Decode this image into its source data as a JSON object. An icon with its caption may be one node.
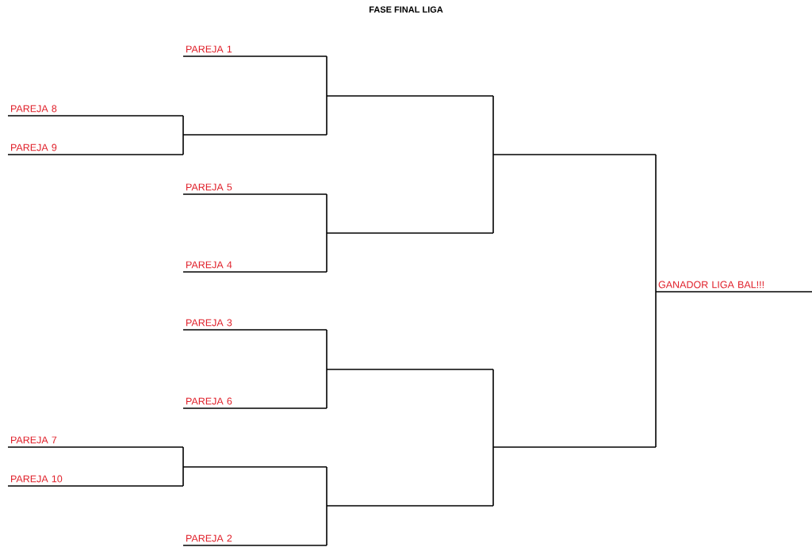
{
  "diagram": {
    "title": "FASE FINAL LIGA",
    "nodes": [
      {
        "text": [
          "PAREJA 1"
        ]
      },
      {
        "text": [],
        "shape": "line"
      },
      {
        "text": [
          "PAREJA 8"
        ]
      },
      {
        "text": [],
        "shape": "line"
      },
      {
        "text": [
          "PAREJA 9"
        ]
      },
      {
        "text": [],
        "shape": "line"
      },
      {
        "text": [
          "PAREJA 5"
        ]
      },
      {
        "text": [],
        "shape": "line"
      },
      {
        "text": [
          "PAREJA 4"
        ]
      },
      {
        "text": [
          "GANADOR LIGA BAL!!!"
        ]
      },
      {
        "text": [
          "PAREJA 3"
        ]
      },
      {
        "text": [],
        "shape": "line"
      },
      {
        "text": [
          "PAREJA 6"
        ]
      },
      {
        "text": [
          "PAREJA 7"
        ]
      },
      {
        "text": [],
        "shape": "line"
      },
      {
        "text": [],
        "shape": "line"
      },
      {
        "text": [
          "PAREJA 10"
        ]
      },
      {
        "text": [],
        "shape": "line"
      },
      {
        "text": [
          "PAREJA 2"
        ]
      }
    ],
    "edges": [
      {
        "from": 2,
        "to": 3,
        "arrow": "none"
      },
      {
        "from": 4,
        "to": 3,
        "arrow": "none"
      },
      {
        "from": 0,
        "to": 1,
        "arrow": "none"
      },
      {
        "from": 3,
        "to": 1,
        "arrow": "none"
      },
      {
        "from": 6,
        "to": 7,
        "arrow": "none"
      },
      {
        "from": 8,
        "to": 7,
        "arrow": "none"
      },
      {
        "from": 1,
        "to": 5,
        "arrow": "none"
      },
      {
        "from": 7,
        "to": 5,
        "arrow": "none"
      },
      {
        "from": 10,
        "to": 11,
        "arrow": "none"
      },
      {
        "from": 12,
        "to": 11,
        "arrow": "none"
      },
      {
        "from": 13,
        "to": 15,
        "arrow": "none"
      },
      {
        "from": 16,
        "to": 15,
        "arrow": "none"
      },
      {
        "from": 15,
        "to": 17,
        "arrow": "none"
      },
      {
        "from": 18,
        "to": 17,
        "arrow": "none"
      },
      {
        "from": 11,
        "to": 14,
        "arrow": "none"
      },
      {
        "from": 17,
        "to": 14,
        "arrow": "none"
      },
      {
        "from": 5,
        "to": 9,
        "arrow": "none"
      },
      {
        "from": 14,
        "to": 9,
        "arrow": "none"
      }
    ]
  }
}
